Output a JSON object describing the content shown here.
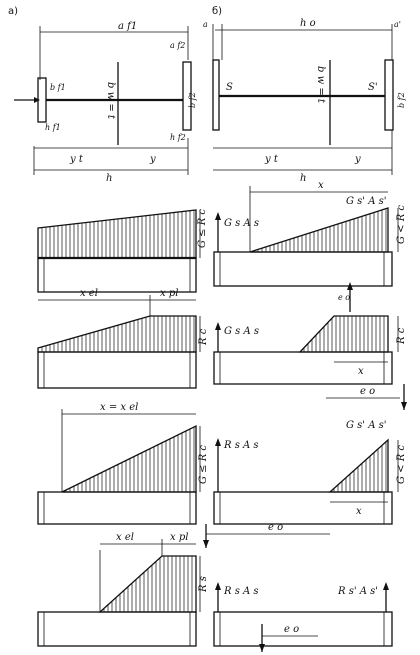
{
  "panels": {
    "a": "а)",
    "b": "б)"
  },
  "top_a": {
    "af1": "a f1",
    "af2": "a f2",
    "b1": "b f1",
    "bw": "b w = t",
    "hf1": "h f1",
    "bf2": "b f2",
    "hf2": "h f2",
    "yt": "y t",
    "y": "y",
    "h": "h"
  },
  "top_b": {
    "a": "a",
    "h0": "h o",
    "a_prime": "a'",
    "S": "S",
    "S_prime": "S'",
    "bw": "b w = t",
    "bf2": "b f2",
    "yt": "y t",
    "y": "y",
    "h": "h"
  },
  "row1": {
    "left_v": "G ≤ R c",
    "sA": "G s A s",
    "x": "x",
    "sA_prime": "G s' A s'",
    "right_v": "G < R c",
    "e0": "e o"
  },
  "row2": {
    "xel": "x el",
    "xpl": "x pl",
    "Rc_left": "R c",
    "sA": "G s A s",
    "x": "x",
    "Rc_right": "R c",
    "e0": "e o"
  },
  "row3": {
    "x_eq": "x = x el",
    "left_v": "G ≤ R c",
    "RsAs": "R s A s",
    "sA_prime": "G s' A s'",
    "right_v": "G < R c",
    "x": "x",
    "e0": "e o"
  },
  "row4": {
    "xel": "x el",
    "xpl": "x pl",
    "Rs": "R s",
    "RsAs": "R s A s",
    "RsAs_prime": "R s' A s'",
    "e0": "e o"
  }
}
